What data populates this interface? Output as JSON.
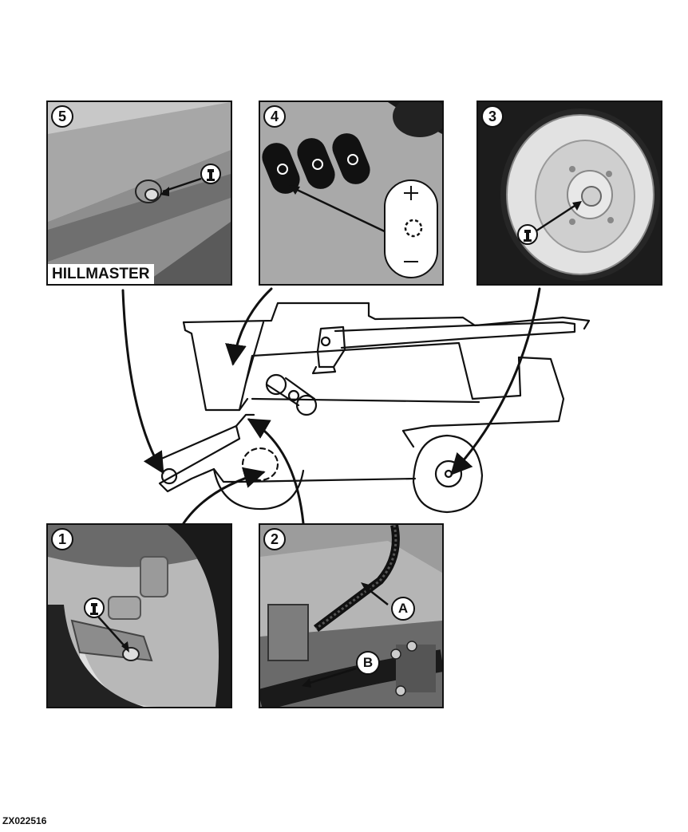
{
  "panels": {
    "p1": {
      "number": "1"
    },
    "p2": {
      "number": "2",
      "callouts": [
        "A",
        "B"
      ]
    },
    "p3": {
      "number": "3"
    },
    "p4": {
      "number": "4"
    },
    "p5": {
      "number": "5",
      "label": "HILLMASTER"
    }
  },
  "reference_id": "ZX022516",
  "icons": {
    "grease_point": "grease-nipple-icon",
    "control_buttons": "rocker-switch-icon"
  }
}
